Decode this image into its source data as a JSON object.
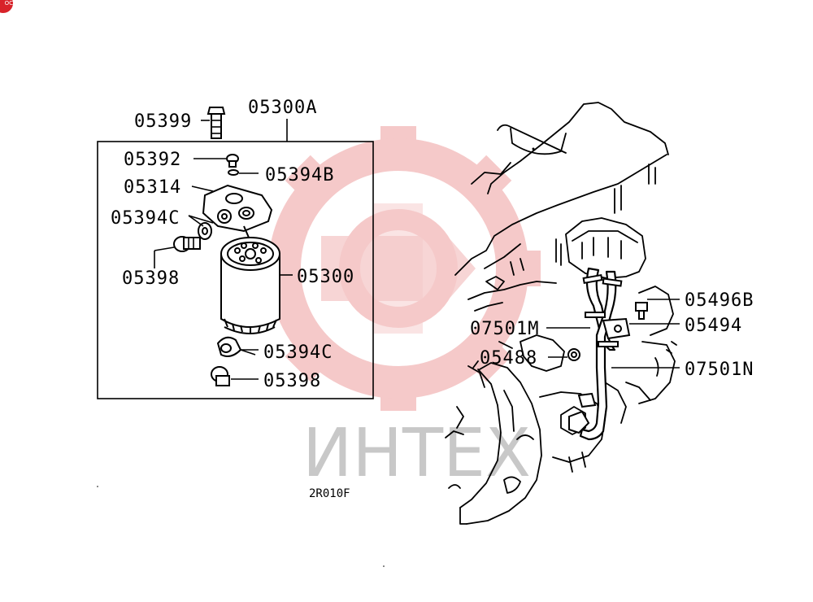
{
  "corner_badge": {
    "text": "OC"
  },
  "watermark": {
    "text": "ИНТЕХ",
    "color": "#f2bcbc"
  },
  "diagram": {
    "drawing_code": "2R010F",
    "filter_box_label": "05300A",
    "labels": {
      "p05399": "05399",
      "p05392": "05392",
      "p05394B": "05394B",
      "p05314": "05314",
      "p05394C_upper": "05394C",
      "p05398_upper": "05398",
      "p05300": "05300",
      "p05394C_lower": "05394C",
      "p05398_lower": "05398",
      "p05496B": "05496B",
      "p07501M": "07501M",
      "p05494": "05494",
      "p05488": "05488",
      "p07501N": "07501N"
    }
  }
}
